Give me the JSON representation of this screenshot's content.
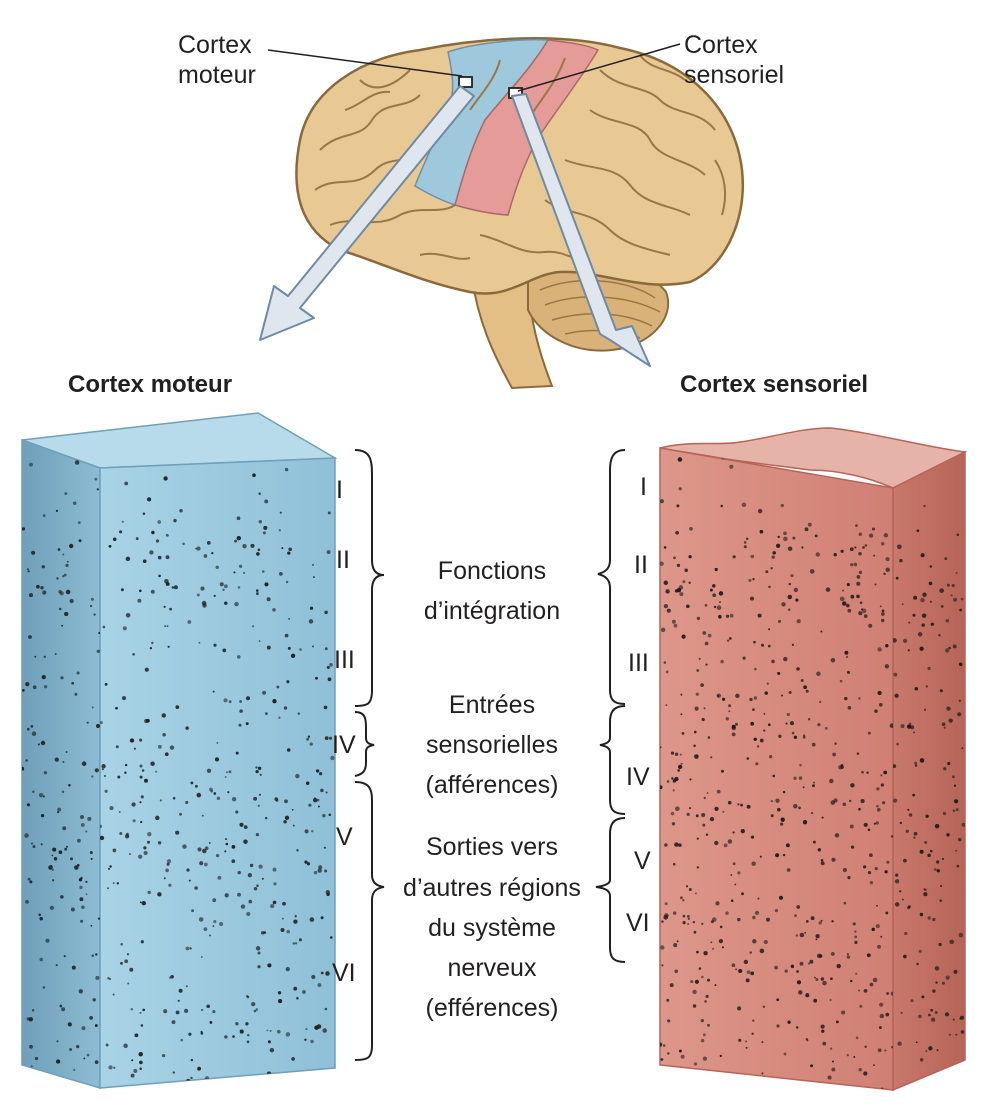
{
  "brain": {
    "motor_label": [
      "Cortex",
      "moteur"
    ],
    "sensory_label": [
      "Cortex",
      "sensoriel"
    ]
  },
  "panels": {
    "motor_title": "Cortex moteur",
    "sensory_title": "Cortex sensoriel"
  },
  "motor_layers": [
    "I",
    "II",
    "III",
    "IV",
    "V",
    "VI"
  ],
  "sensory_layers": [
    "I",
    "II",
    "III",
    "IV",
    "V",
    "VI"
  ],
  "functions": {
    "integration": [
      "Fonctions",
      "d’intégration"
    ],
    "inputs": [
      "Entrées",
      "sensorielles",
      "(afférences)"
    ],
    "outputs": [
      "Sorties vers",
      "d’autres régions",
      "du système",
      "nerveux",
      "(efférences)"
    ]
  },
  "colors": {
    "motor_blue": "#9ec9dc",
    "motor_blue_dark": "#6fa3bd",
    "sensory_red": "#d58c80",
    "sensory_red_dark": "#b9665a",
    "brain_tan": "#e8c994",
    "brain_outline": "#8a6a3c",
    "arrow_fill": "#dfe6ee",
    "arrow_stroke": "#6f8aa3",
    "cell": "#1a1a1a",
    "text": "#231f20"
  }
}
